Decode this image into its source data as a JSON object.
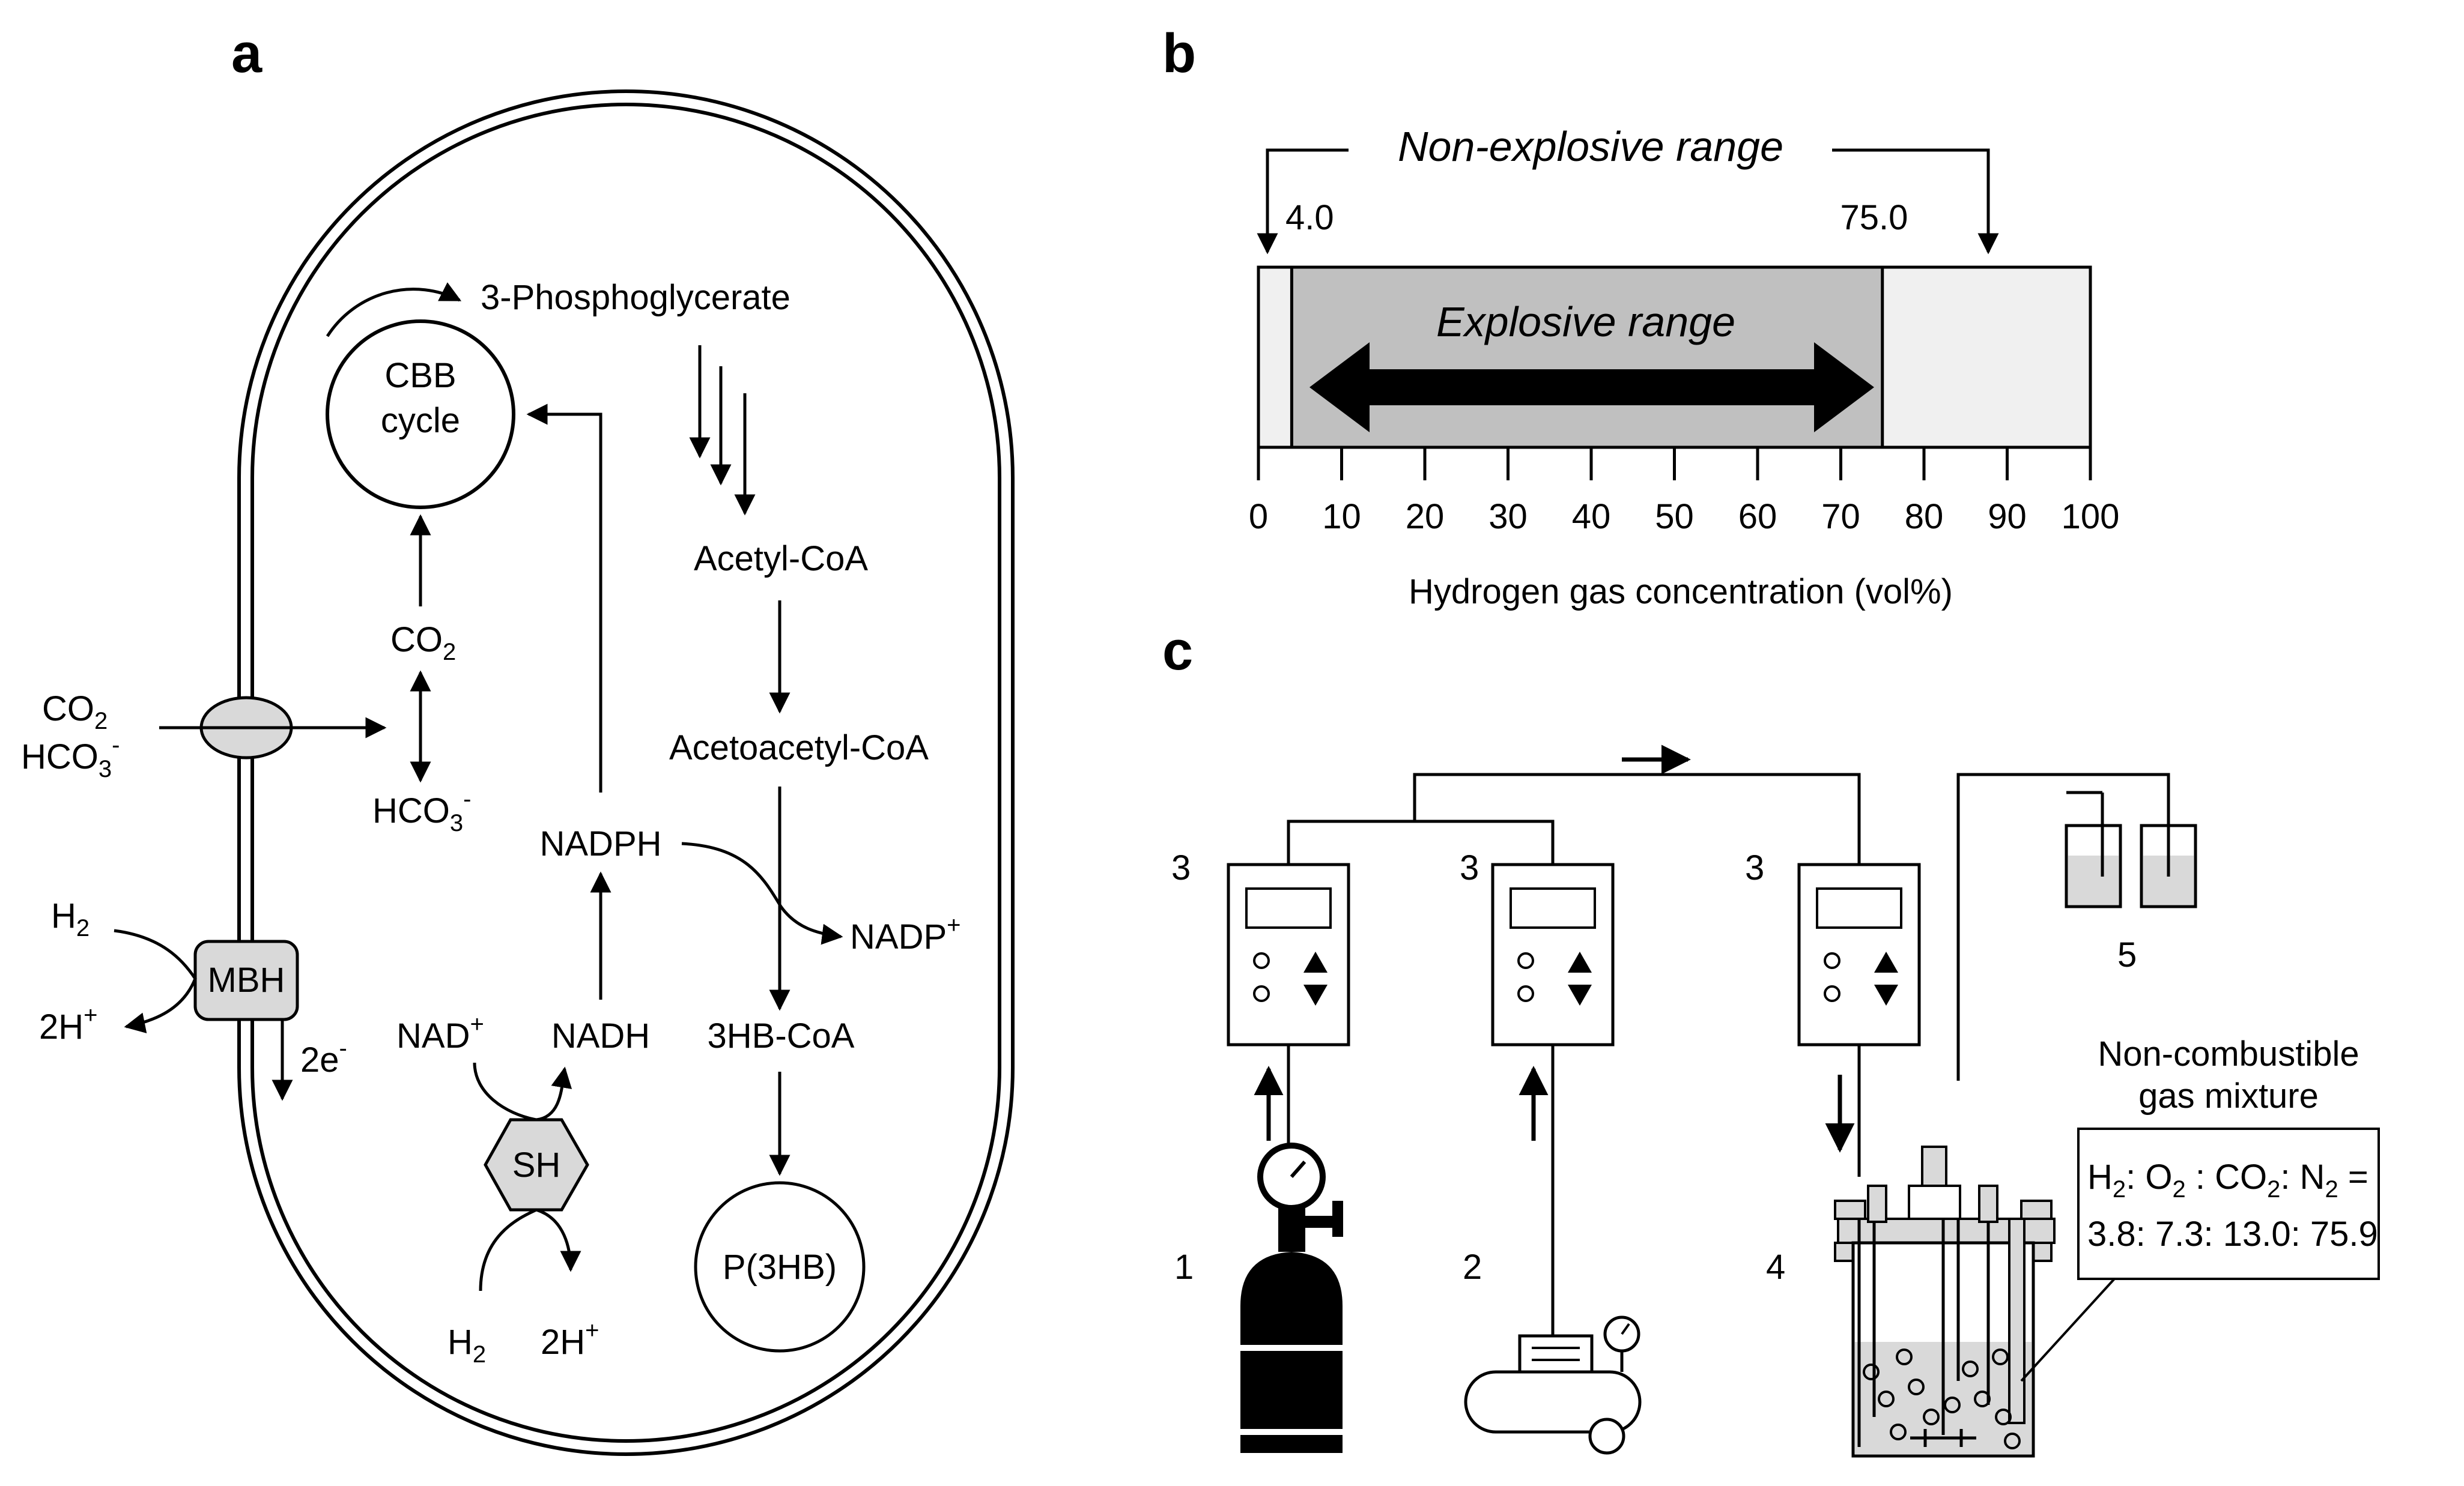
{
  "panels": {
    "a": "a",
    "b": "b",
    "c": "c"
  },
  "panel_a": {
    "cbb_line1": "CBB",
    "cbb_line2": "cycle",
    "phosphoglycerate": "3-Phosphoglycerate",
    "acetyl_coa": "Acetyl-CoA",
    "acetoacetyl_coa": "Acetoacetyl-CoA",
    "hb_coa": "3HB-CoA",
    "p3hb": "P(3HB)",
    "co2_inner": {
      "base": "CO",
      "sub": "2"
    },
    "hco3_inner": {
      "base": "HCO",
      "sub": "3",
      "sup": "-"
    },
    "co2_outer": {
      "base": "CO",
      "sub": "2"
    },
    "hco3_outer": {
      "base": "HCO",
      "sub": "3",
      "sup": "-"
    },
    "nadph": "NADPH",
    "nadp": {
      "base": "NADP",
      "sup": "+"
    },
    "nadh": "NADH",
    "nad": {
      "base": "NAD",
      "sup": "+"
    },
    "sh": "SH",
    "mbh": "MBH",
    "h2_left": {
      "base": "H",
      "sub": "2"
    },
    "twoh_left": {
      "base": "2H",
      "sup": "+"
    },
    "two_e": {
      "base": "2e",
      "sup": "-"
    },
    "h2_bottom": {
      "base": "H",
      "sub": "2"
    },
    "twoh_bottom": {
      "base": "2H",
      "sup": "+"
    }
  },
  "panel_b": {
    "non_explosive_label": "Non-explosive range",
    "explosive_label": "Explosive range",
    "lower_limit_label": "4.0",
    "upper_limit_label": "75.0",
    "xlabel": "Hydrogen gas concentration (vol%)",
    "ticks": [
      "0",
      "10",
      "20",
      "30",
      "40",
      "50",
      "60",
      "70",
      "80",
      "90",
      "100"
    ]
  },
  "chart_data": {
    "type": "bar",
    "xlabel": "Hydrogen gas concentration (vol%)",
    "xlim": [
      0,
      100
    ],
    "ticks": [
      0,
      10,
      20,
      30,
      40,
      50,
      60,
      70,
      80,
      90,
      100
    ],
    "explosive_range": [
      4.0,
      75.0
    ],
    "annotations": [
      "Non-explosive range",
      "Explosive range",
      "4.0",
      "75.0"
    ]
  },
  "panel_c": {
    "num_1": "1",
    "num_2": "2",
    "num_3a": "3",
    "num_3b": "3",
    "num_3c": "3",
    "num_4": "4",
    "num_5": "5",
    "mixture_line1": "Non-combustible",
    "mixture_line2": "gas mixture",
    "box_line1": {
      "h": "H",
      "h_sub": "2",
      "o": ": O",
      "o_sub": "2",
      "co": " : CO",
      "co_sub": "2",
      "n": ": N",
      "n_sub": "2",
      "eq": " ="
    },
    "box_line2": "3.8: 7.3: 13.0: 75.9"
  },
  "colors": {
    "fill_gray": "#d9d9d9",
    "explosive_gray": "#c0c0c0",
    "light_gray": "#f0f0f0",
    "black": "#000000"
  }
}
